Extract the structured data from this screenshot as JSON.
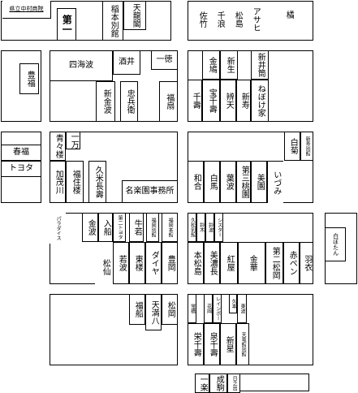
{
  "blocks": [
    {
      "id": "b1",
      "cells": [
        {
          "name": "kenritsu-nakamura-shoin",
          "text": "県立中村商院",
          "dir": "h"
        },
        {
          "name": "daiichi",
          "text": "第一",
          "dir": "v"
        },
        {
          "name": "inamoto-bekkan",
          "text": "稲本別館",
          "dir": "v"
        },
        {
          "name": "tenryukaku",
          "text": "天龍閣",
          "dir": "v"
        }
      ]
    },
    {
      "id": "b2",
      "cells": [
        {
          "name": "satake",
          "text": "佐竹",
          "dir": "v"
        },
        {
          "name": "chinami",
          "text": "千浪",
          "dir": "v"
        },
        {
          "name": "matsushima",
          "text": "松島",
          "dir": "v"
        },
        {
          "name": "asahi",
          "text": "アサヒ",
          "dir": "v"
        },
        {
          "name": "tachibana",
          "text": "橘",
          "dir": "v"
        }
      ]
    },
    {
      "id": "b3",
      "cells": [
        {
          "name": "tomiyoshi",
          "text": "豊福",
          "dir": "v"
        }
      ]
    },
    {
      "id": "b4",
      "cells": [
        {
          "name": "shikainami",
          "text": "四海波",
          "dir": "v"
        },
        {
          "name": "sakai",
          "text": "酒井",
          "dir": "v"
        },
        {
          "name": "ittoku",
          "text": "一徳",
          "dir": "v"
        },
        {
          "name": "shinkinpa",
          "text": "新金波",
          "dir": "v"
        },
        {
          "name": "chubei",
          "text": "忠兵衛",
          "dir": "v"
        },
        {
          "name": "fukuogi",
          "text": "福扇",
          "dir": "v"
        }
      ]
    },
    {
      "id": "b5",
      "cells": [
        {
          "name": "kinpato",
          "text": "金鳩",
          "dir": "v"
        },
        {
          "name": "shinsei",
          "text": "新生",
          "dir": "v"
        },
        {
          "name": "niizutsu",
          "text": "新井筒",
          "dir": "v"
        },
        {
          "name": "senju",
          "text": "千壽",
          "dir": "v"
        },
        {
          "name": "takarasenju",
          "text": "宝千壽",
          "dir": "v"
        },
        {
          "name": "benten",
          "text": "辨天",
          "dir": "v"
        },
        {
          "name": "shinju",
          "text": "新寿",
          "dir": "v"
        },
        {
          "name": "nebokeya",
          "text": "ねぼけ家",
          "dir": "v"
        }
      ]
    },
    {
      "id": "b6",
      "cells": [
        {
          "name": "harufuku",
          "text": "春福",
          "dir": "h"
        },
        {
          "name": "toyota",
          "text": "トヨタ",
          "dir": "h"
        }
      ]
    },
    {
      "id": "b7",
      "cells": [
        {
          "name": "seiseiro",
          "text": "青々楼",
          "dir": "v"
        },
        {
          "name": "ichiman",
          "text": "一万",
          "dir": "v"
        },
        {
          "name": "kamogawa",
          "text": "加茂川",
          "dir": "v"
        },
        {
          "name": "fukuzumiro",
          "text": "福住楼",
          "dir": "v"
        },
        {
          "name": "kumenagaju",
          "text": "久米長壽",
          "dir": "v"
        },
        {
          "name": "meirakuen-jimusho",
          "text": "名楽園事務所",
          "dir": "h"
        }
      ]
    },
    {
      "id": "b8",
      "cells": [
        {
          "name": "shiragiku",
          "text": "白菊",
          "dir": "v"
        },
        {
          "name": "shinkotobuki-bekkan",
          "text": "新寿別館",
          "dir": "v"
        },
        {
          "name": "wago",
          "text": "和合",
          "dir": "v"
        },
        {
          "name": "hakuba",
          "text": "白馬",
          "dir": "v"
        },
        {
          "name": "hanami",
          "text": "葉波",
          "dir": "v"
        },
        {
          "name": "daisan-momozono",
          "text": "第三桃園",
          "dir": "v"
        },
        {
          "name": "bien",
          "text": "美園",
          "dir": "v"
        },
        {
          "name": "izumi",
          "text": "いづみ",
          "dir": "v"
        }
      ]
    },
    {
      "id": "b9",
      "cells": [
        {
          "name": "paradise",
          "text": "パラダイス",
          "dir": "v"
        },
        {
          "name": "kinpa",
          "text": "金波",
          "dir": "v"
        },
        {
          "name": "irifune",
          "text": "入船",
          "dir": "v"
        },
        {
          "name": "daini-toyota",
          "text": "第二トヨタ",
          "dir": "v"
        },
        {
          "name": "ushiwaka",
          "text": "牛若",
          "dir": "v"
        },
        {
          "name": "fukuoka-bekkan",
          "text": "福岡別館",
          "dir": "v"
        },
        {
          "name": "fukuoka-honkan",
          "text": "福岡本館",
          "dir": "v"
        },
        {
          "name": "matsusen",
          "text": "松仙",
          "dir": "v"
        },
        {
          "name": "wakanami",
          "text": "若波",
          "dir": "v"
        },
        {
          "name": "higashiwaka",
          "text": "東楼",
          "dir": "v"
        },
        {
          "name": "diamond",
          "text": "ダイヤ",
          "dir": "v"
        },
        {
          "name": "toyooka",
          "text": "豊岡",
          "dir": "v"
        }
      ]
    },
    {
      "id": "b10",
      "cells": [
        {
          "name": "kumatsu-bekkan",
          "text": "久松別館",
          "dir": "v"
        },
        {
          "name": "suzuki",
          "text": "鈴木",
          "dir": "v"
        },
        {
          "name": "suzunami",
          "text": "鈴波",
          "dir": "v"
        },
        {
          "name": "sister",
          "text": "シスター",
          "dir": "v"
        },
        {
          "name": "hommatsushima",
          "text": "本松島",
          "dir": "v"
        },
        {
          "name": "biminocho",
          "text": "美濃長",
          "dir": "v"
        },
        {
          "name": "beniya",
          "text": "紅屋",
          "dir": "v"
        },
        {
          "name": "kinka",
          "text": "金華",
          "dir": "v"
        },
        {
          "name": "daini-matsuoka",
          "text": "第二松岡",
          "dir": "v"
        },
        {
          "name": "akapen",
          "text": "赤ペン",
          "dir": "v"
        },
        {
          "name": "hagoromo",
          "text": "羽衣",
          "dir": "v"
        }
      ]
    },
    {
      "id": "b11",
      "cells": [
        {
          "name": "shirobotan",
          "text": "白ぼたん",
          "dir": "v"
        }
      ]
    },
    {
      "id": "b12",
      "cells": [
        {
          "name": "fukufune",
          "text": "福船",
          "dir": "v"
        },
        {
          "name": "tenmanhachi",
          "text": "天満八",
          "dir": "v"
        },
        {
          "name": "matsuoka",
          "text": "松岡",
          "dir": "v"
        }
      ]
    },
    {
      "id": "b13",
      "cells": [
        {
          "name": "hotohashi",
          "text": "蛍橋",
          "dir": "v"
        },
        {
          "name": "hanaoka",
          "text": "花岡",
          "dir": "v"
        },
        {
          "name": "rainbow",
          "text": "レインボー",
          "dir": "v"
        },
        {
          "name": "kumoto",
          "text": "久本",
          "dir": "v"
        },
        {
          "name": "higashinami",
          "text": "東波",
          "dir": "v"
        },
        {
          "name": "sakae-senju",
          "text": "栄千壽",
          "dir": "v"
        },
        {
          "name": "izumisenju",
          "text": "泉千壽",
          "dir": "v"
        },
        {
          "name": "shinsei2",
          "text": "新星",
          "dir": "v"
        },
        {
          "name": "tenden-bekkan",
          "text": "天竜館別館",
          "dir": "v"
        },
        {
          "name": "ichiraku",
          "text": "一楽",
          "dir": "v"
        },
        {
          "name": "narukoma",
          "text": "成駒",
          "dir": "v"
        },
        {
          "name": "hinode",
          "text": "日之出",
          "dir": "v"
        }
      ]
    }
  ]
}
